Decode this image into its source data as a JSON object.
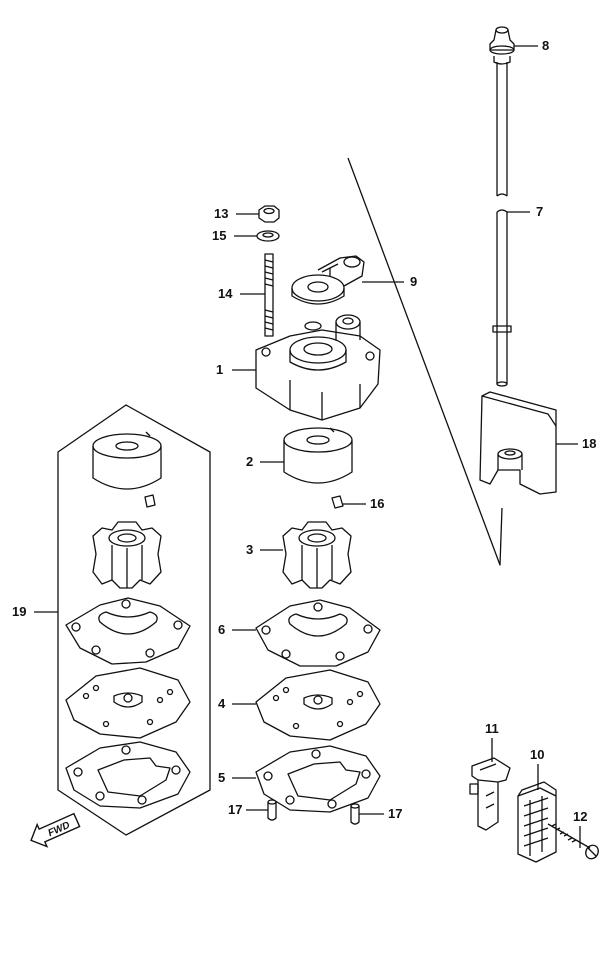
{
  "diagram": {
    "callouts": [
      {
        "id": "c1",
        "label": "1"
      },
      {
        "id": "c2",
        "label": "2"
      },
      {
        "id": "c3",
        "label": "3"
      },
      {
        "id": "c4",
        "label": "4"
      },
      {
        "id": "c5",
        "label": "5"
      },
      {
        "id": "c6",
        "label": "6"
      },
      {
        "id": "c7",
        "label": "7"
      },
      {
        "id": "c8",
        "label": "8"
      },
      {
        "id": "c9",
        "label": "9"
      },
      {
        "id": "c10",
        "label": "10"
      },
      {
        "id": "c11",
        "label": "11"
      },
      {
        "id": "c12",
        "label": "12"
      },
      {
        "id": "c13",
        "label": "13"
      },
      {
        "id": "c14",
        "label": "14"
      },
      {
        "id": "c15",
        "label": "15"
      },
      {
        "id": "c16",
        "label": "16"
      },
      {
        "id": "c17a",
        "label": "17"
      },
      {
        "id": "c17b",
        "label": "17"
      },
      {
        "id": "c18",
        "label": "18"
      },
      {
        "id": "c19",
        "label": "19"
      }
    ],
    "fwd_label": "FWD"
  }
}
